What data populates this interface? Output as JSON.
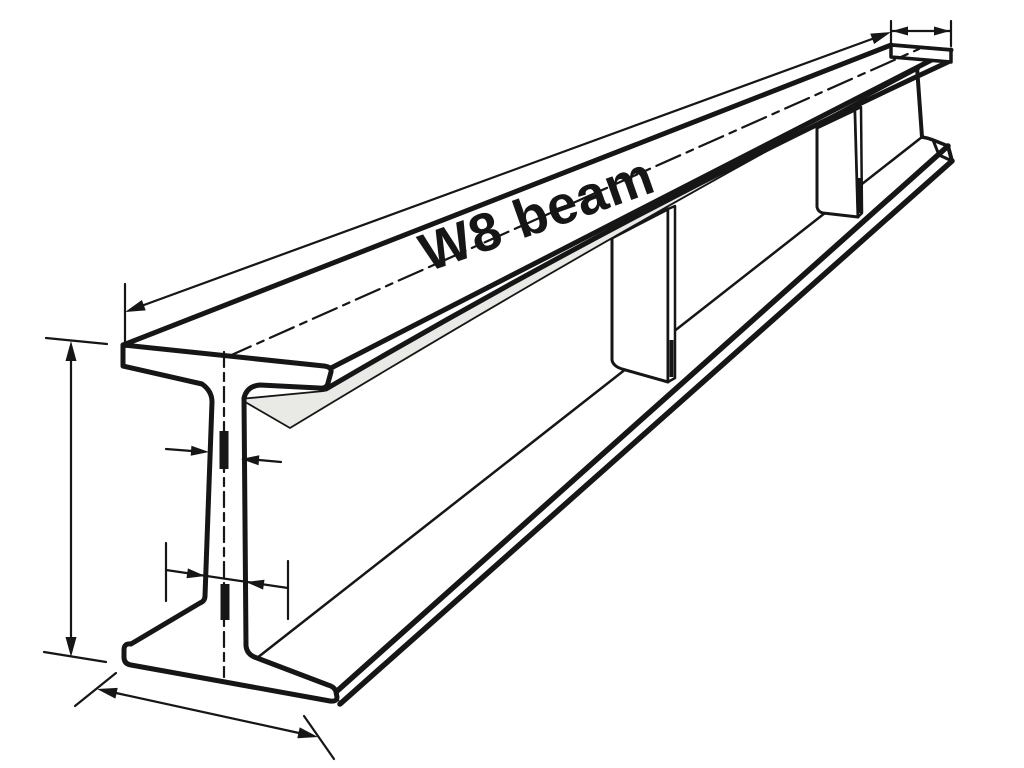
{
  "diagram": {
    "title_label": "W8 beam",
    "colors": {
      "line": "#161616",
      "underside_shading": "#e9e9e5",
      "background": "#ffffff"
    },
    "parts": [
      "top-flange",
      "web",
      "bottom-flange",
      "web-stiffener-1",
      "web-stiffener-2"
    ],
    "annotations": [
      "overall-depth-dimension",
      "beam-length-dimension",
      "top-flange-width-dimension",
      "web-thickness-dimension",
      "lower-web-thickness-dimension",
      "bottom-flange-width-dimension"
    ]
  }
}
